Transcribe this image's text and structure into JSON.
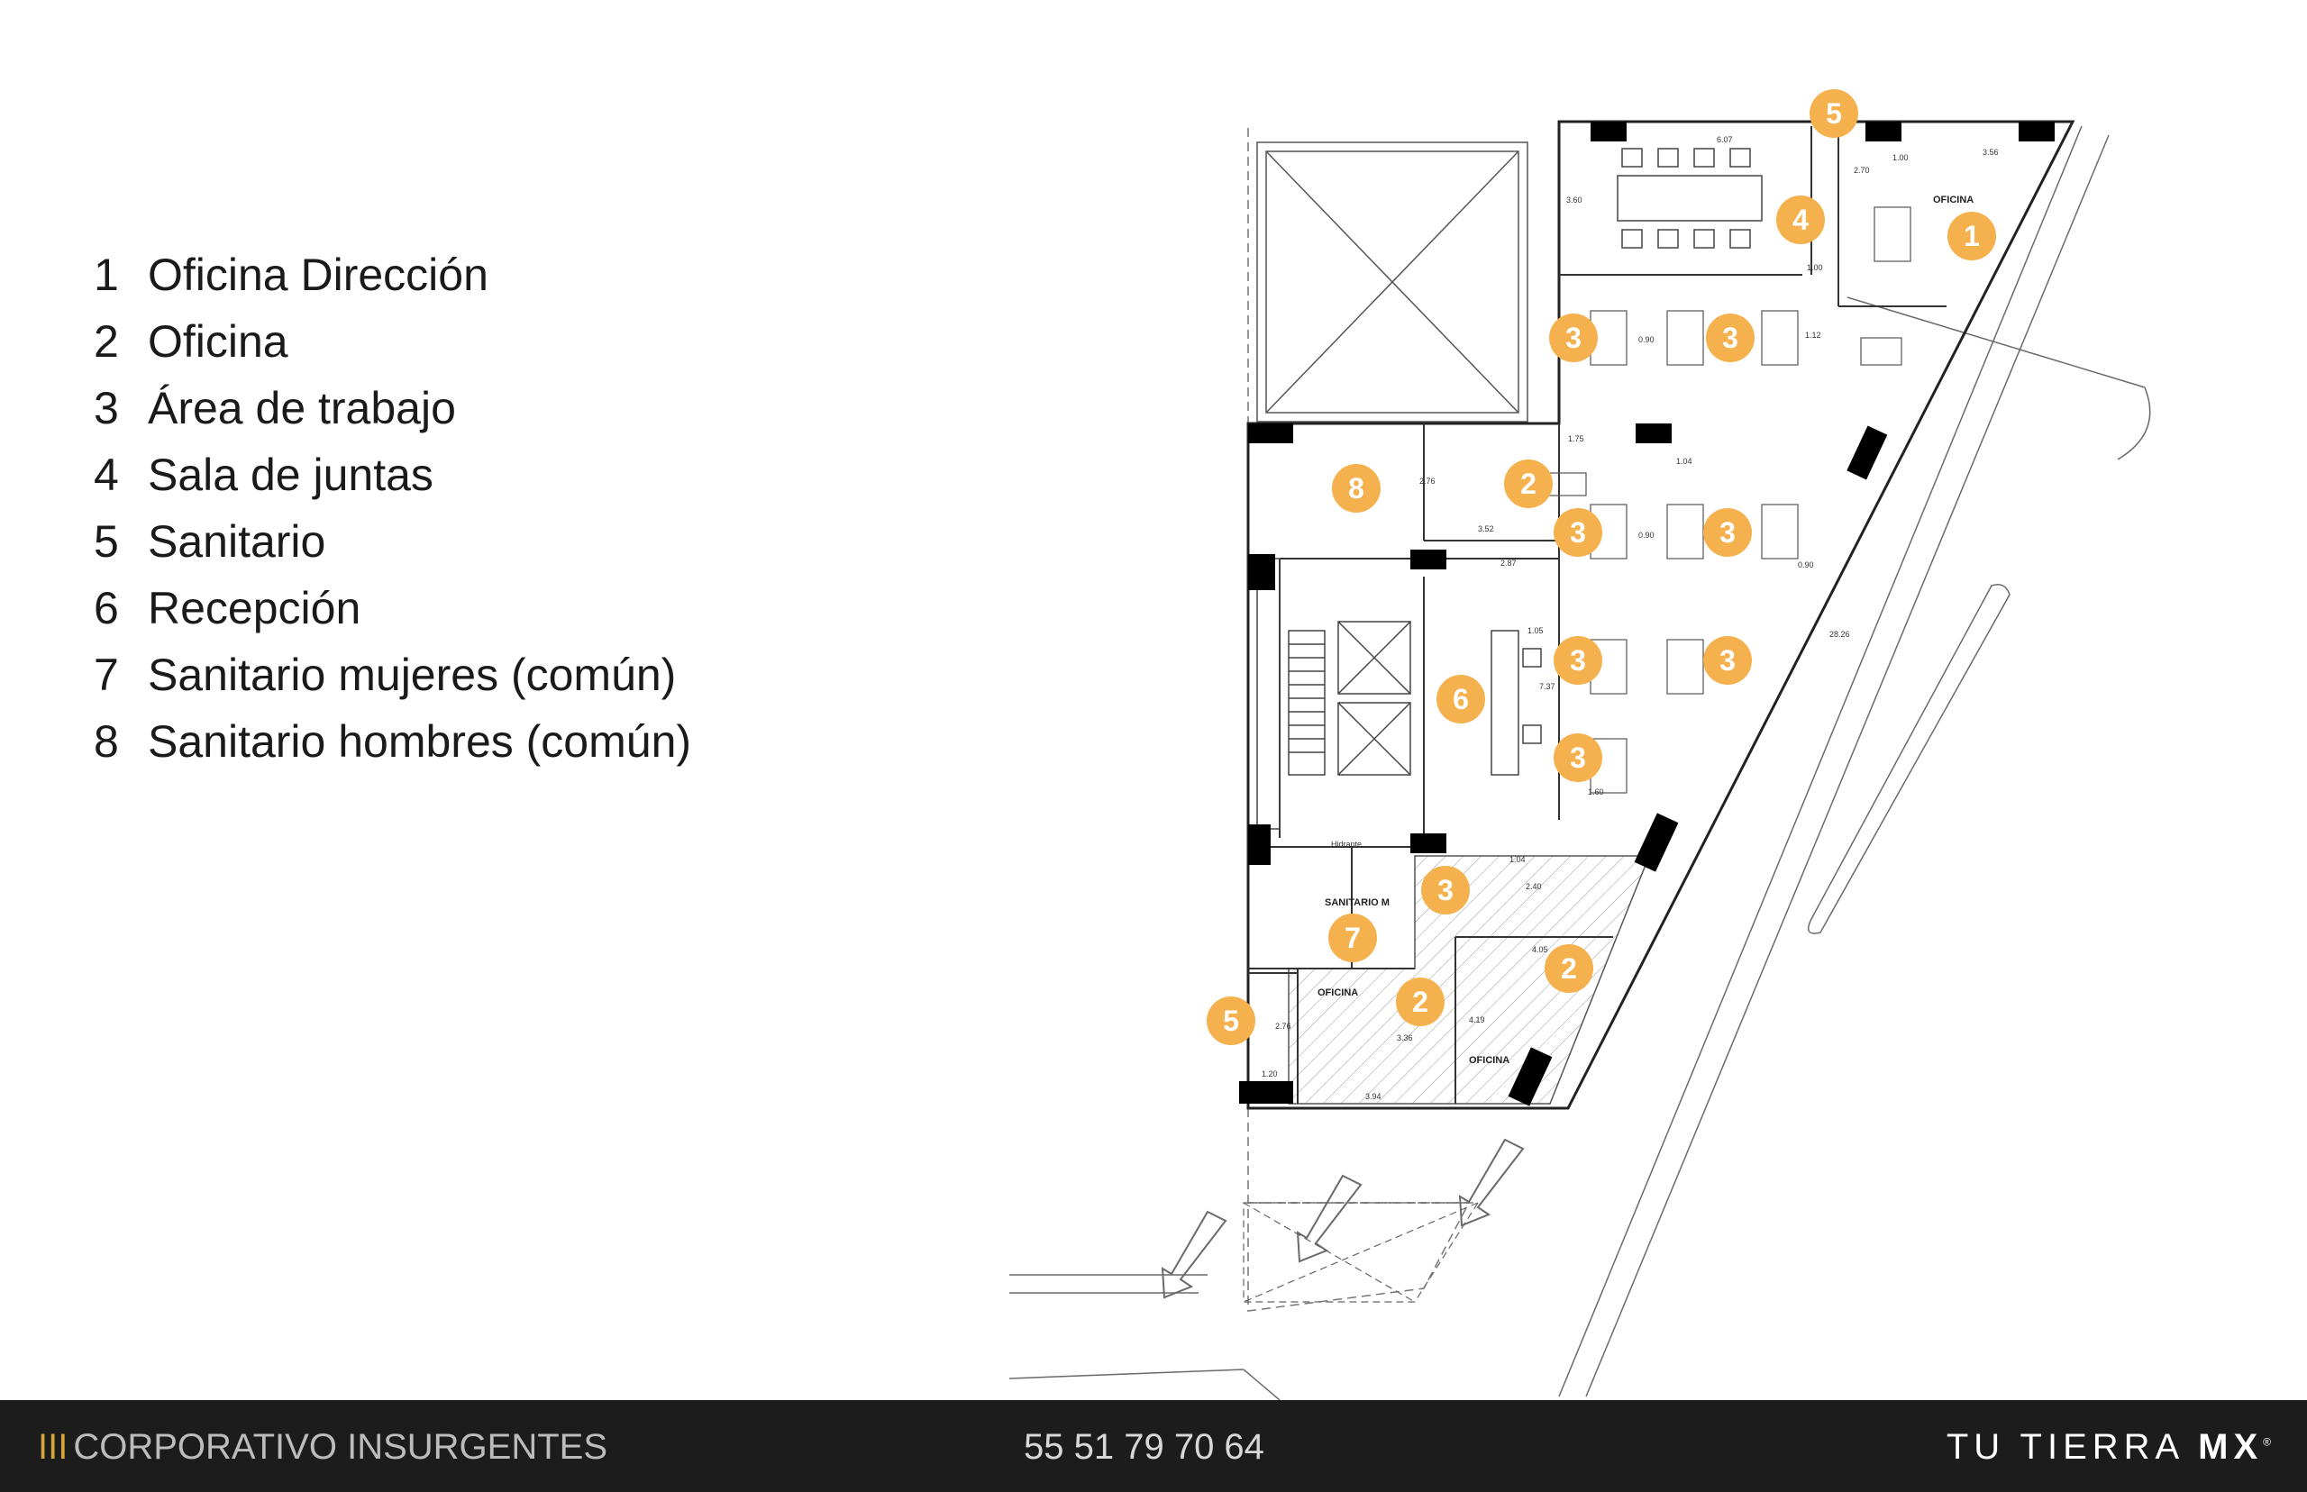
{
  "legend": [
    {
      "num": "1",
      "label": "Oficina Dirección"
    },
    {
      "num": "2",
      "label": "Oficina"
    },
    {
      "num": "3",
      "label": "Área de trabajo"
    },
    {
      "num": "4",
      "label": "Sala de juntas"
    },
    {
      "num": "5",
      "label": "Sanitario"
    },
    {
      "num": "6",
      "label": "Recepción"
    },
    {
      "num": "7",
      "label": "Sanitario mujeres (común)"
    },
    {
      "num": "8",
      "label": "Sanitario hombres (común)"
    }
  ],
  "plan_labels": {
    "oficina_top": "OFICINA",
    "sanitario_m": "SANITARIO M",
    "oficina_bl": "OFICINA",
    "oficina_br": "OFICINA",
    "hidrante": "Hidrante"
  },
  "dimensions": {
    "d607": "6.07",
    "d360": "3.60",
    "d100a": "1.00",
    "d356": "3.56",
    "d270": "2.70",
    "d100b": "1.00",
    "d090a": "0.90",
    "d112": "1.12",
    "d175": "1.75",
    "d104a": "1.04",
    "d276a": "2.76",
    "d352": "3.52",
    "d287": "2.87",
    "d090b": "0.90",
    "d090c": "0.90",
    "d105": "1.05",
    "d737": "7.37",
    "d2826": "28.26",
    "d160": "1.60",
    "d104b": "1.04",
    "d240": "2.40",
    "d405": "4.05",
    "d419": "4.19",
    "d336": "3.36",
    "d276b": "2.76",
    "d394": "3.94",
    "d120": "1.20"
  },
  "markers": {
    "m1": "1",
    "m4": "4",
    "m5a": "5",
    "m5b": "5",
    "m3a": "3",
    "m3b": "3",
    "m3c": "3",
    "m3d": "3",
    "m3e": "3",
    "m3f": "3",
    "m3g": "3",
    "m3h": "3",
    "m2a": "2",
    "m2b": "2",
    "m2c": "2",
    "m6": "6",
    "m7": "7",
    "m8": "8"
  },
  "footer": {
    "bars": "III",
    "brand": "CORPORATIVO INSURGENTES",
    "phone": "55 51 79 70 64",
    "logo_a": "TU TIERRA",
    "logo_b": "MX",
    "logo_reg": "®"
  },
  "colors": {
    "marker": "#f6b14f",
    "footer_bg": "#1c1c1c",
    "brand_bars": "#d4a637"
  }
}
